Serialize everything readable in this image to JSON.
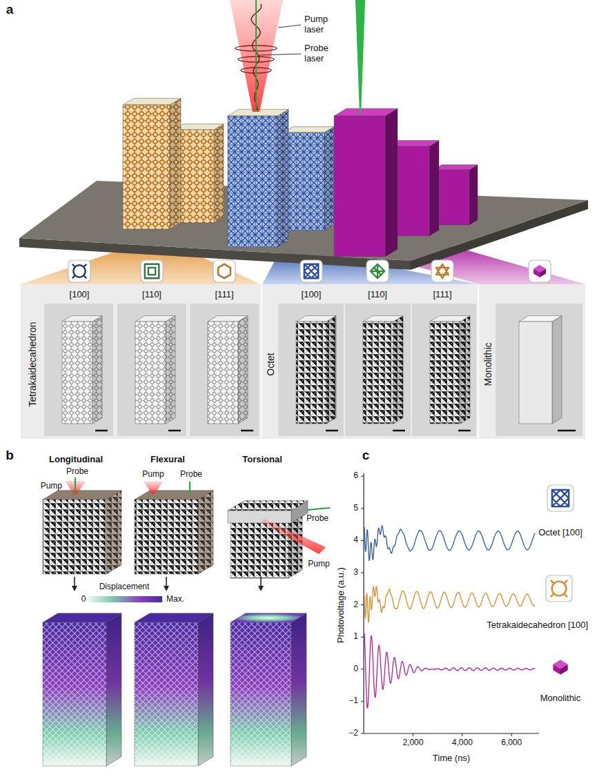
{
  "diagram": {
    "labels": [
      "a",
      "Pump laser",
      "Probe laser",
      "Tetrakaidecahedron",
      "[100]",
      "[110]",
      "[111]",
      "Octet",
      "[100]",
      "[110]",
      "[111]",
      "Monolithic",
      "b",
      "Longitudinal",
      "Flexural",
      "Torsional",
      "Probe",
      "Pump",
      "Pump",
      "Probe",
      "Probe",
      "Pump",
      "Displacement",
      "0",
      "Max.",
      "c",
      "6",
      "5",
      "4",
      "3",
      "2",
      "1",
      "0",
      "−1",
      "−2",
      "2,000",
      "4,000",
      "6,000",
      "Time (ns)",
      "Photovoltage (a.u.)",
      "Octet [100]",
      "Tetrakaidecahedron [100]",
      "Monolithic"
    ]
  }
}
